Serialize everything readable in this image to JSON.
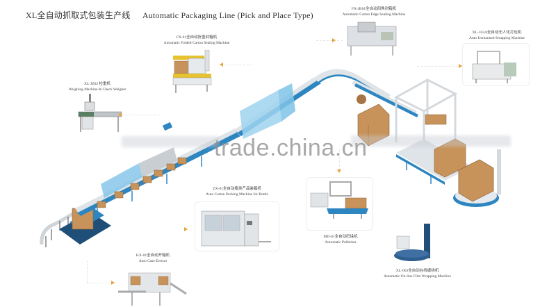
{
  "title": {
    "cn": "XL全自动抓取式包装生产线",
    "en": "Automatic Packaging Line (Pick and Place Type)"
  },
  "watermark": "trade.china.cn",
  "machines": [
    {
      "id": "edge-sealer",
      "code_cn": "FX-JB01全自动四角封箱机",
      "name": "Automatic Carton Edge Sealing Machine"
    },
    {
      "id": "strapper",
      "code_cn": "XL-102A全自动无人化打包机",
      "name": "Auto Unmanned Strapping Machine"
    },
    {
      "id": "folded-sealer",
      "code_cn": "FX-01全自动折盖封箱机",
      "name": "Automatic Folded Carton Sealing Machine"
    },
    {
      "id": "weigher",
      "code_cn": "XL-JZ02 检重机",
      "name": "Weighing Machine & Check Weigher"
    },
    {
      "id": "bottle-packer",
      "code_cn": "ZX-01全自动瓶类产品装箱机",
      "name": "Auto Carton Packing Machine for Bottle"
    },
    {
      "id": "palletizer",
      "code_cn": "MD-01全自动码垛机",
      "name": "Automatic Palletizer"
    },
    {
      "id": "wrapper",
      "code_cn": "XL-003全自动在线缠绕机",
      "name": "Automatic On-line Film Wrapping Machine"
    },
    {
      "id": "case-erector",
      "code_cn": "KX-01全自动开箱机",
      "name": "Auto Case Erector"
    }
  ],
  "colors": {
    "frame": "#2e86c1",
    "dark_frame": "#1f4e79",
    "carton": "#c8935a",
    "steel": "#d9dde2",
    "arrow": "#e8a23a"
  }
}
